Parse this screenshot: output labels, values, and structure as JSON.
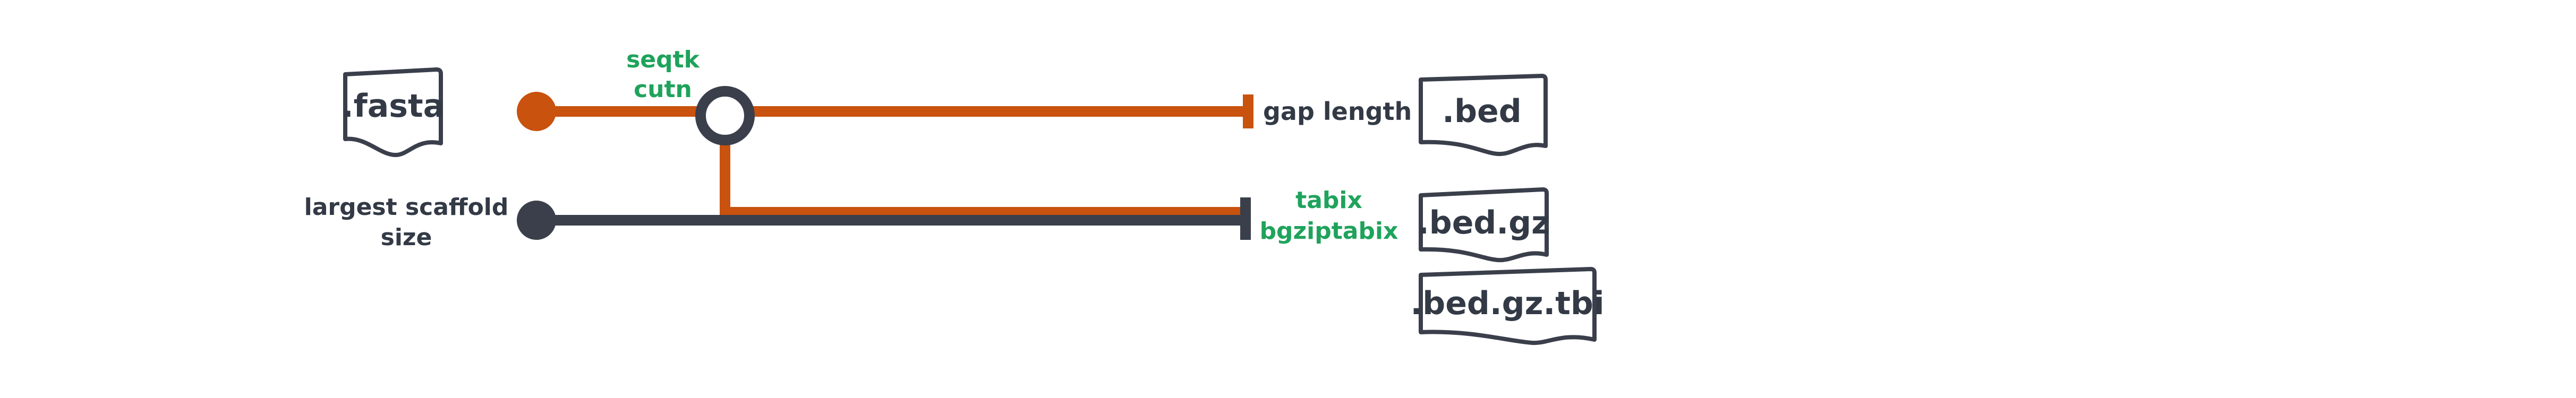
{
  "colors": {
    "orange": "#c8520e",
    "dark": "#3a3f4b",
    "tool_green": "#1fa35c",
    "file_stroke": "#3a3f4b",
    "text_dark": "#333a46"
  },
  "inputs": {
    "fasta_file": ".fasta",
    "scaffold_label_line1": "largest scaffold",
    "scaffold_label_line2": "size"
  },
  "process": {
    "tool_line1": "seqtk",
    "tool_line2": "cutn"
  },
  "outputs": {
    "gap_label": "gap length",
    "bed_file": ".bed",
    "tabix_line1": "tabix",
    "tabix_line2": "bgziptabix",
    "bedgz_file": ".bed.gz",
    "tbi_file": ".bed.gz.tbi"
  }
}
